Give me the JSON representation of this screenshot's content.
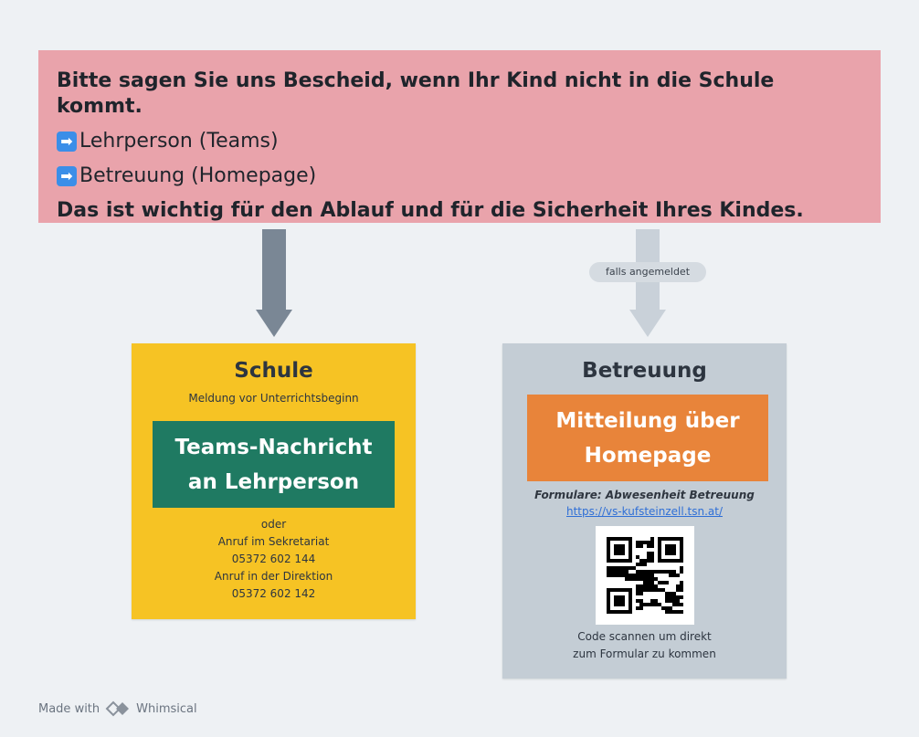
{
  "banner": {
    "line1": "Bitte sagen Sie uns Bescheid, wenn Ihr Kind nicht in die Schule kommt.",
    "item1": "Lehrperson (Teams)",
    "item2": "Betreuung (Homepage)",
    "line2": "Das ist wichtig für den Ablauf und für die Sicherheit Ihres Kindes.",
    "arrow_glyph": "➡"
  },
  "connector_label": "falls angemeldet",
  "schule": {
    "title": "Schule",
    "subtitle": "Meldung vor Unterrichtsbeginn",
    "box_line1": "Teams-Nachricht",
    "box_line2": "an Lehrperson",
    "contact": [
      "oder",
      "Anruf im Sekretariat",
      "05372 602 144",
      "Anruf in der Direktion",
      "05372 602 142"
    ]
  },
  "betreuung": {
    "title": "Betreuung",
    "box_line1": "Mitteilung über",
    "box_line2": "Homepage",
    "formulare": "Formulare: Abwesenheit Betreuung",
    "link": "https://vs-kufsteinzell.tsn.at/",
    "scan_line1": "Code scannen um direkt",
    "scan_line2": "zum Formular zu kommen"
  },
  "footer": {
    "made_with": "Made with",
    "brand": "Whimsical"
  },
  "colors": {
    "banner": "#e9a3ab",
    "schule": "#f6c324",
    "betreuung": "#c4cdd5",
    "green_box": "#1f7a62",
    "orange_box": "#e8843a",
    "arrow_dark": "#7a8795",
    "arrow_light": "#c9d1d9"
  }
}
